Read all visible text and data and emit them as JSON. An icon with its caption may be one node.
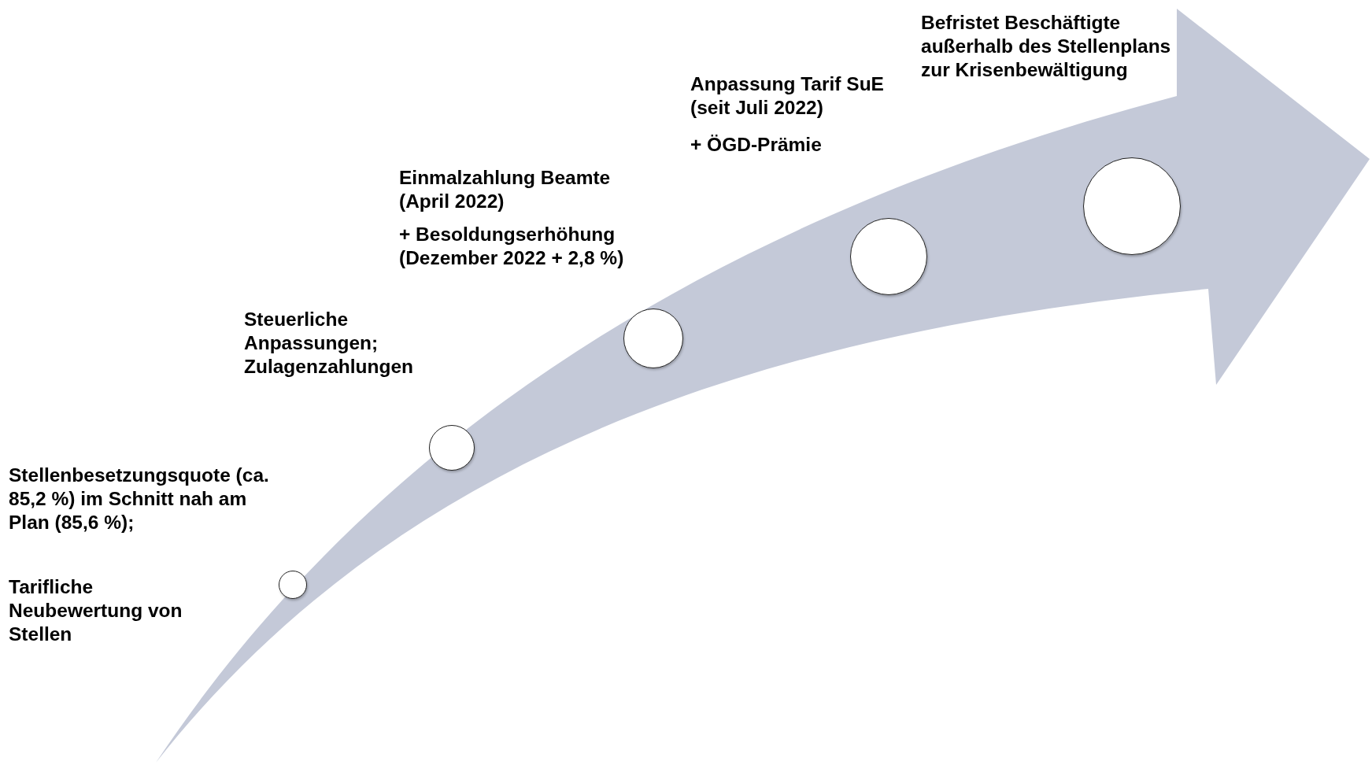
{
  "diagram": {
    "nodes": [
      {
        "text": [],
        "shape": "circle"
      },
      {
        "text": [],
        "shape": "circle"
      },
      {
        "text": [],
        "shape": "circle"
      },
      {
        "text": [],
        "shape": "circle"
      },
      {
        "text": [],
        "shape": "circle"
      }
    ],
    "labels": [
      "Tarifliche Neubewertung von Stellen",
      "Stellenbesetzungsquote (ca. 85,2 %) im Schnitt nah am Plan (85,6 %);",
      "Steuerliche Anpassungen; Zulagenzahlungen",
      "Einmalzahlung Beamte (April 2022)",
      "+ Besoldungserhöhung (Dezember 2022 + 2,8 %)",
      "Anpassung Tarif SuE (seit Juli 2022)",
      "+ ÖGD-Prämie",
      "Befristet Beschäftigte außerhalb des Stellenplans zur Krisenbewältigung"
    ]
  }
}
